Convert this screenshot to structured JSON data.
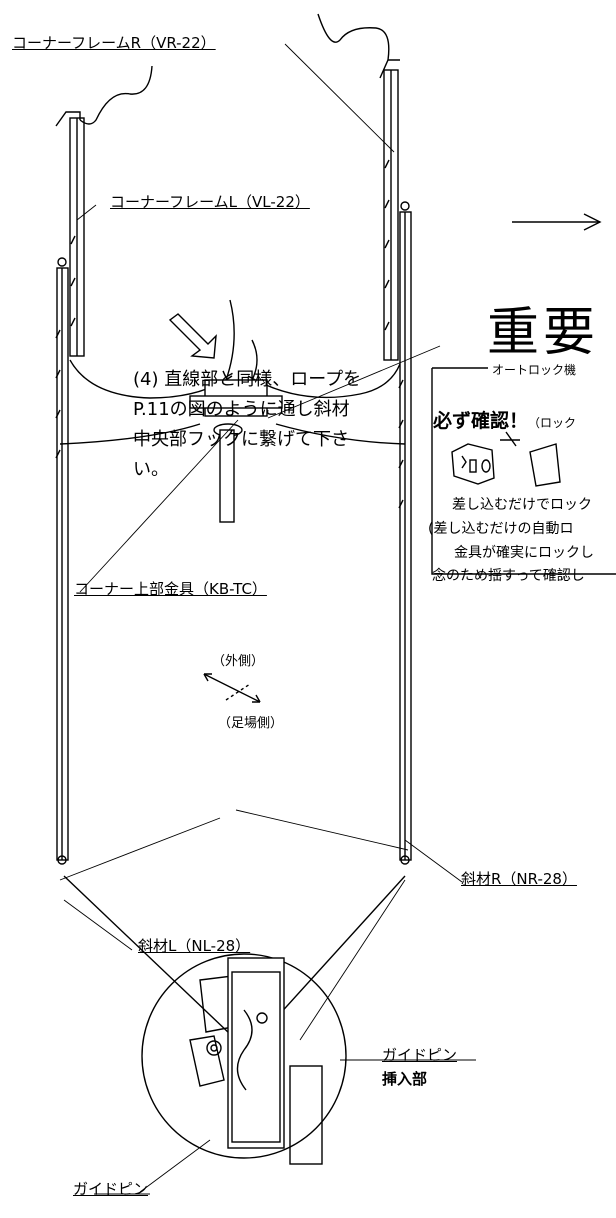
{
  "labels": {
    "corner_frame_r": "コーナーフレームR（VR-22）",
    "corner_frame_l": "コーナーフレームL（VL-22）",
    "corner_top_bracket": "コーナー上部金具（KB-TC）",
    "brace_r": "斜材R（NR-28）",
    "brace_l": "斜材L（NL-28）",
    "guide_pin_insert_1": "ガイドピン",
    "guide_pin_insert_2": "挿入部",
    "guide_pin": "ガイドピン",
    "outside": "（外側）",
    "scaffold_side": "（足場側）"
  },
  "note_lines": [
    "(4) 直線部と同様、ロープを",
    "P.11の図のように通し斜材",
    "中央部フックに繋げて下さ",
    "い。"
  ],
  "important": {
    "heading": "重要",
    "auto_lock": "オートロック機",
    "must_check": "必ず確認！",
    "lock_paren": "（ロック",
    "line1": "差し込むだけでロック",
    "line2": "(差し込むだけの自動ロ",
    "line3": "金具が確実にロックし",
    "line4": "念のため揺すって確認し"
  }
}
